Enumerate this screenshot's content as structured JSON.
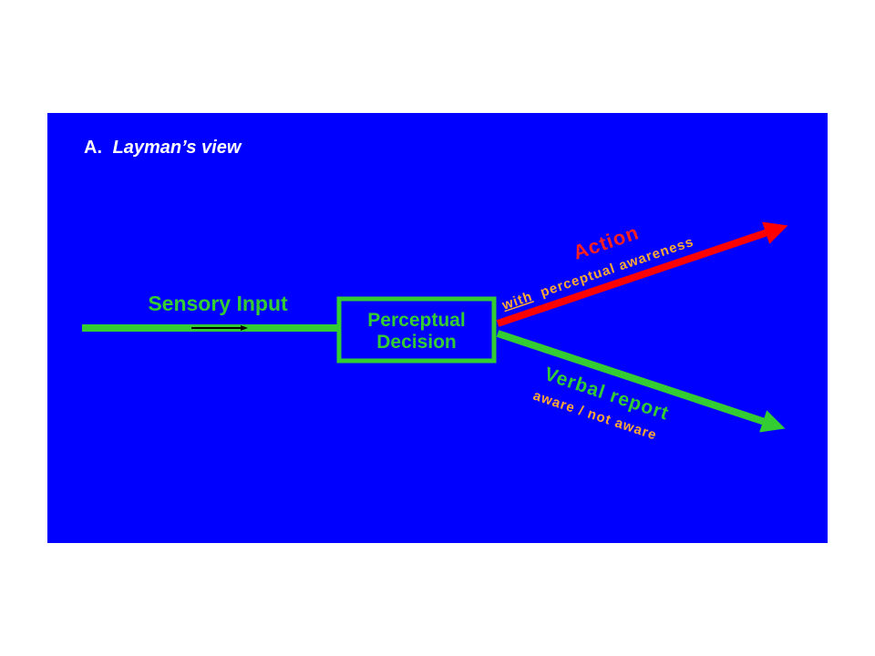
{
  "heading": {
    "prefix": "A.",
    "text": "Layman’s view"
  },
  "input_label": "Sensory Input",
  "decision_box": {
    "line1": "Perceptual",
    "line2": "Decision"
  },
  "action_branch": {
    "label": "Action",
    "qualifier_emphasis": "with",
    "qualifier_rest": "perceptual awareness"
  },
  "report_branch": {
    "label": "Verbal report",
    "qualifier": "aware / not aware"
  },
  "colors": {
    "background": "#0000ff",
    "flow_green": "#33cc33",
    "action_red": "#ff0000",
    "qualifier_orange": "#ffaa33",
    "heading_white": "#ffffff"
  }
}
